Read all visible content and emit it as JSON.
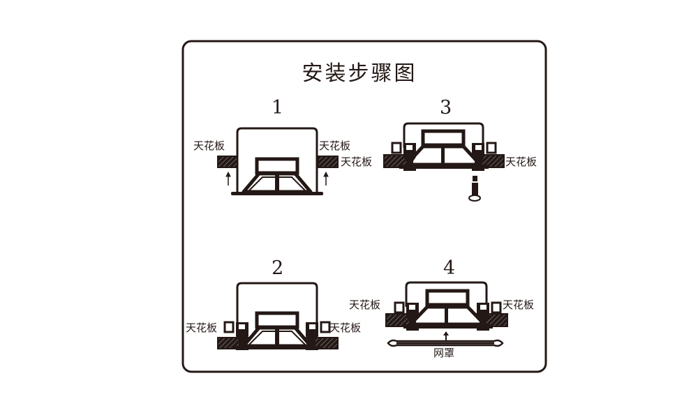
{
  "title": "安装步骤图",
  "steps": [
    {
      "number": "1",
      "labels": [
        "天花板",
        "天花板",
        "天花板"
      ]
    },
    {
      "number": "2",
      "labels": [
        "天花板",
        "天花板"
      ]
    },
    {
      "number": "3",
      "labels": [
        "天花板"
      ]
    },
    {
      "number": "4",
      "labels": [
        "天花板",
        "天花板",
        "网罩"
      ]
    }
  ],
  "colors": {
    "ink": "#231815",
    "background": "#ffffff"
  }
}
